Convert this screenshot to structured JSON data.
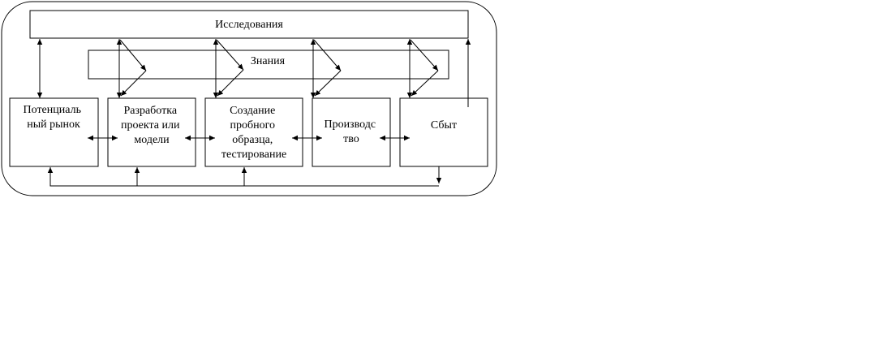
{
  "diagram": {
    "research_label": "Исследования",
    "knowledge_label": "Знания",
    "stages": {
      "market": [
        "Потенциаль",
        "ный рынок"
      ],
      "design": [
        "Разработка",
        "проекта или",
        "модели"
      ],
      "prototype": [
        "Создание",
        "пробного",
        "образца,",
        "тестирование"
      ],
      "production": [
        "Производс",
        "тво"
      ],
      "sales": [
        "Сбыт"
      ]
    }
  }
}
